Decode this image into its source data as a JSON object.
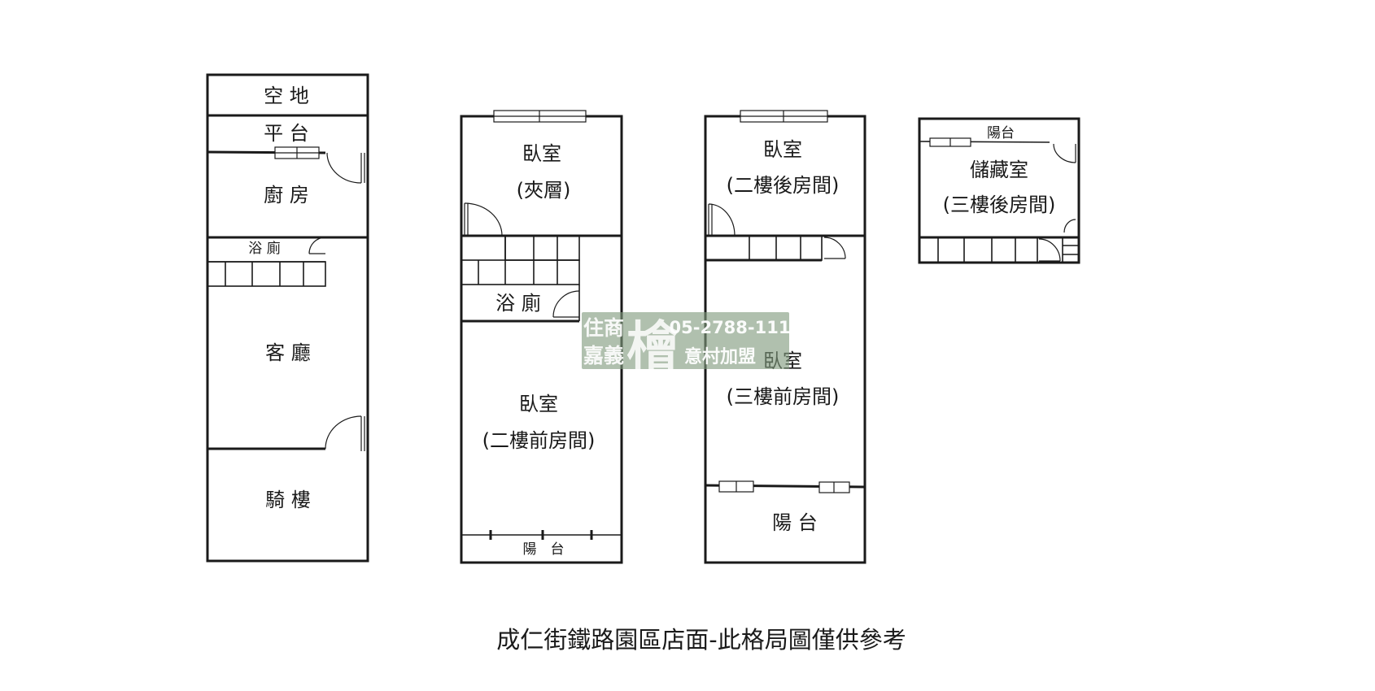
{
  "floor1": {
    "vacant_lot": "空 地",
    "platform": "平 台",
    "kitchen": "廚 房",
    "bathroom": "浴 廁",
    "living_room": "客 廳",
    "arcade": "騎 樓"
  },
  "mezzanine": {
    "bedroom": "臥室",
    "bedroom_note": "(夾層)",
    "bathroom": "浴 廁",
    "front_bedroom": "臥室",
    "front_bedroom_note": "(二樓前房間)",
    "balcony": "陽　台"
  },
  "floor3": {
    "rear_bedroom": "臥室",
    "rear_bedroom_note": "(二樓後房間)",
    "front_bedroom": "臥室",
    "front_bedroom_note": "(三樓前房間)",
    "balcony": "陽 台"
  },
  "floor4": {
    "balcony": "陽台",
    "storage": "儲藏室",
    "storage_note": "(三樓後房間)"
  },
  "watermark": {
    "line1": "住商",
    "line2": "嘉義",
    "phone": "05-2788-111",
    "slogan": "意村加盟",
    "logo_char": "檜"
  },
  "caption": "成仁街鐵路園區店面-此格局圖僅供參考"
}
